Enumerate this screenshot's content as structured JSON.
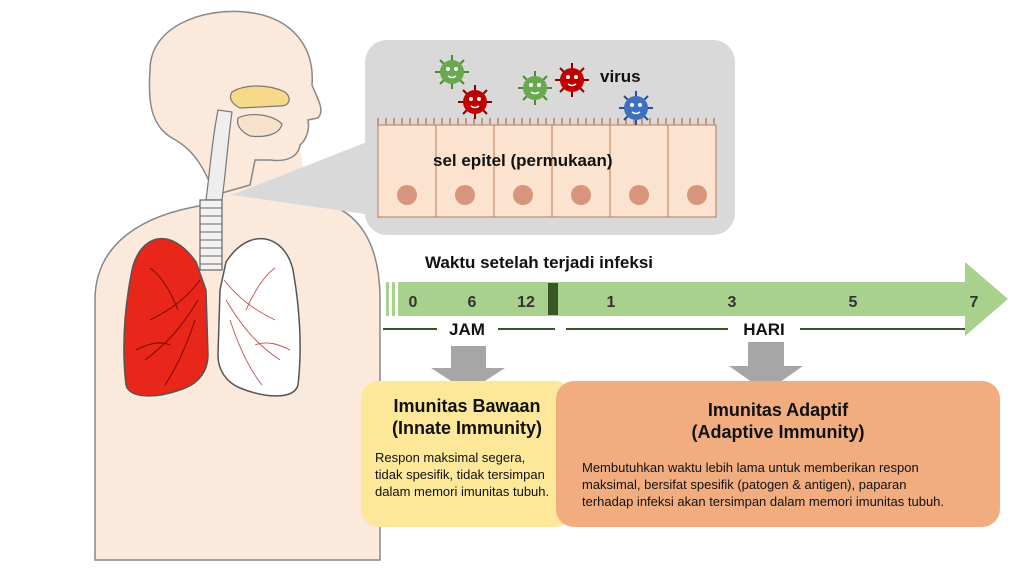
{
  "callout": {
    "virus_label": "virus",
    "epithelium_label": "sel epitel (permukaan)"
  },
  "timeline": {
    "title": "Waktu setelah terjadi infeksi",
    "ticks_hours": [
      "0",
      "6",
      "12"
    ],
    "ticks_days": [
      "1",
      "3",
      "5",
      "7"
    ],
    "hours_label": "JAM",
    "days_label": "HARI"
  },
  "innate": {
    "title_line1": "Imunitas Bawaan",
    "title_line2": "(Innate Immunity)",
    "body_line1": "Respon maksimal segera,",
    "body_line2": "tidak spesifik, tidak tersimpan",
    "body_line3": "dalam memori imunitas tubuh."
  },
  "adaptive": {
    "title_line1": "Imunitas Adaptif",
    "title_line2": "(Adaptive Immunity)",
    "body_line1": "Membutuhkan waktu lebih lama untuk memberikan respon",
    "body_line2": "maksimal, bersifat spesifik (patogen & antigen), paparan",
    "body_line3": "terhadap infeksi akan tersimpan dalam memori imunitas tubuh."
  },
  "colors": {
    "timeline_green": "#a9d18e",
    "lung_red": "#e8261a",
    "virus_green": "#6aa84f",
    "virus_red": "#c00000",
    "virus_blue": "#3d6fc4",
    "innate_box": "#fde89a",
    "adaptive_box": "#f1ad80",
    "arrow_gray": "#a6a6a6"
  }
}
